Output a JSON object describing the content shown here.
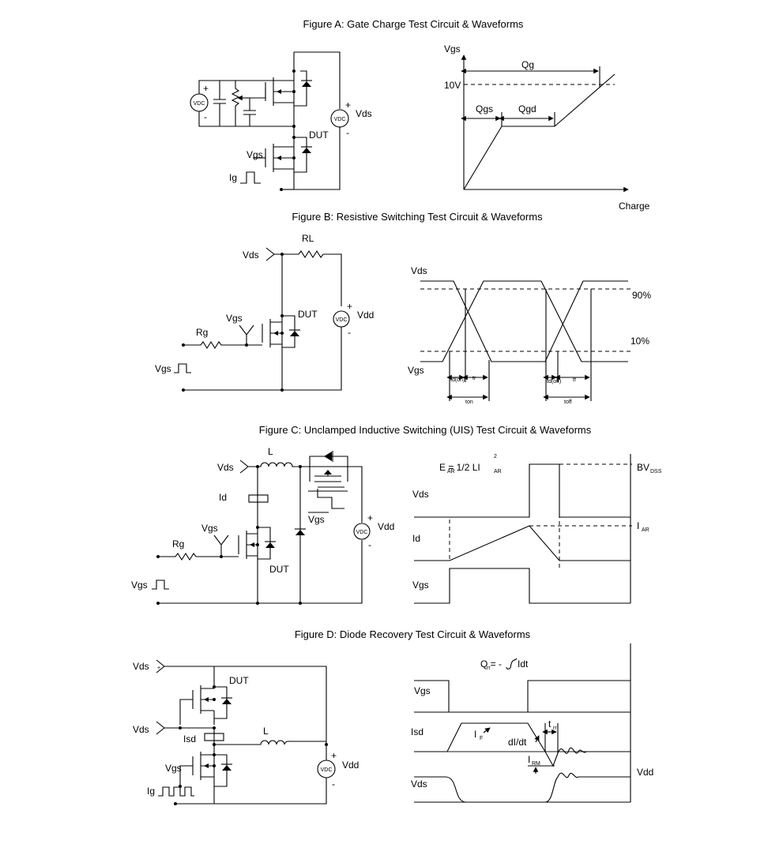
{
  "figure_a": {
    "title": "Figure A: Gate Charge Test Circuit & Waveforms",
    "vdc": "VDC",
    "vds": "Vds",
    "dut": "DUT",
    "vgs": "Vgs",
    "ig": "Ig",
    "plus": "+",
    "minus": "-",
    "graph": {
      "y_axis": "Vgs",
      "x_axis": "Charge",
      "v10": "10V",
      "qg": "Qg",
      "qgs": "Qgs",
      "qgd": "Qgd"
    }
  },
  "figure_b": {
    "title": "Figure B: Resistive Switching Test Circuit & Waveforms",
    "rl": "RL",
    "vds": "Vds",
    "vgs": "Vgs",
    "rg": "Rg",
    "dut": "DUT",
    "vdd": "Vdd",
    "vdc": "VDC",
    "plus": "+",
    "minus": "-",
    "graph": {
      "vds": "Vds",
      "vgs": "Vgs",
      "p90": "90%",
      "p10": "10%",
      "td_on": "td(on)",
      "tr": "tr",
      "ton": "ton",
      "td_off": "td(off)",
      "tf": "tf",
      "toff": "toff"
    }
  },
  "figure_c": {
    "title": "Figure C: Unclamped Inductive Switching (UIS) Test Circuit & Waveforms",
    "vds": "Vds",
    "l": "L",
    "id": "Id",
    "vgs": "Vgs",
    "rg": "Rg",
    "dut": "DUT",
    "vgs_bar": "Vgs",
    "vdd": "Vdd",
    "vdc": "VDC",
    "plus": "+",
    "minus": "-",
    "graph": {
      "ear": "E  = 1/2 LI",
      "ear_sub": "AR",
      "ear_sub2": "AR",
      "ear_sup": "2",
      "bvdss": "BV",
      "bvdss_sub": "DSS",
      "iar": "I",
      "iar_sub": "AR",
      "vds": "Vds",
      "id": "Id",
      "vgs": "Vgs"
    }
  },
  "figure_d": {
    "title": "Figure D: Diode Recovery Test Circuit & Waveforms",
    "vds_plus": "Vds",
    "vds_minus": "Vds",
    "dut": "DUT",
    "isd": "Isd",
    "l": "L",
    "vgs": "Vgs",
    "ig": "Ig",
    "vdd": "Vdd",
    "vdc": "VDC",
    "plus": "+",
    "minus": "-",
    "graph": {
      "qrr": "Q  = -",
      "qrr_sub": "rr",
      "idt": "Idt",
      "vgs": "Vgs",
      "isd": "Isd",
      "if": "I",
      "if_sub": "F",
      "didt": "dI/dt",
      "trr": "t",
      "trr_sub": "rr",
      "irm": "I",
      "irm_sub": "RM",
      "vds": "Vds",
      "vdd": "Vdd"
    }
  }
}
